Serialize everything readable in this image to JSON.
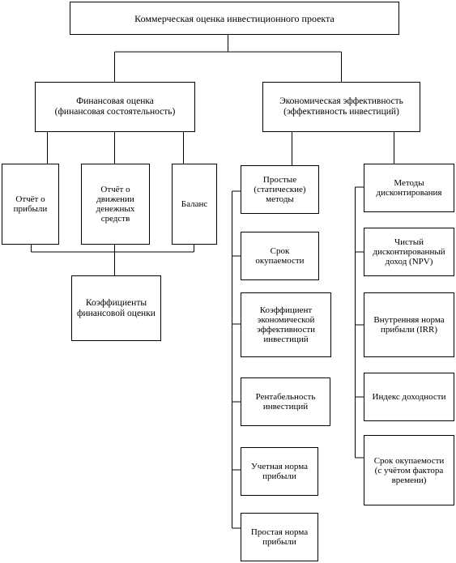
{
  "diagram": {
    "root": "Коммерческая оценка инвестиционного проекта",
    "financial": {
      "title": "Финансовая оценка\n(финансовая состоятельность)",
      "children": [
        "Отчёт о\nприбыли",
        "Отчёт о\nдвижении\nденежных\nсредств",
        "Баланс"
      ],
      "result": "Коэффициенты\nфинансовой оценки"
    },
    "economic": {
      "title": "Экономическая эффективность\n(эффективность инвестиций)",
      "simple": {
        "title": "Простые\n(статические)\nметоды",
        "items": [
          "Срок\nокупаемости",
          "Коэффициент\nэкономической\nэффективности\nинвестиций",
          "Рентабельность\nинвестиций",
          "Учетная норма\nприбыли",
          "Простая норма\nприбыли"
        ]
      },
      "discount": {
        "title": "Методы\nдисконтирования",
        "items": [
          "Чистый\nдисконтированный\nдоход (NPV)",
          "Внутренняя норма\nприбыли (IRR)",
          "Индекс доходности",
          "Срок окупаемости\n(с учётом фактора\nвремени)"
        ]
      }
    }
  }
}
